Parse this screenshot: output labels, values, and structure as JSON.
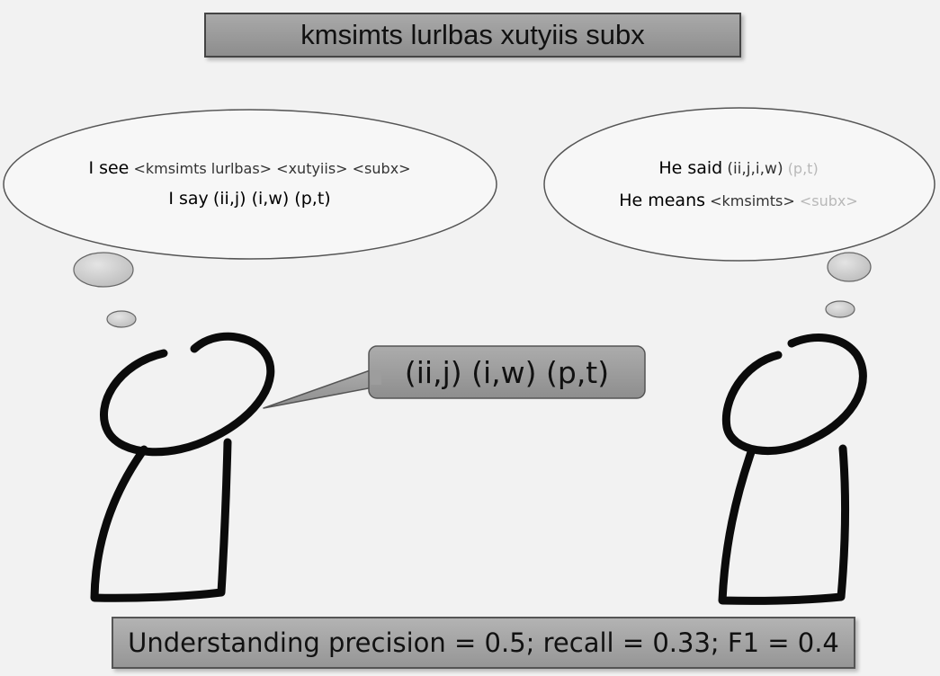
{
  "title": "kmsimts lurlbas xutyiis subx",
  "speaker_thought": {
    "line1_prefix": "I see",
    "line1_rest": "<kmsimts lurlbas> <xutyiis> <subx>",
    "line2_prefix": "I say",
    "line2_rest": "(ii,j) (i,w) (p,t)"
  },
  "listener_thought": {
    "line1_prefix": "He said",
    "line1_rest": "(ii,j,i,w)",
    "line1_faint": "(p,t)",
    "line2_prefix": "He means",
    "line2_rest": "<kmsimts>",
    "line2_faint": "<subx>"
  },
  "speech_bubble": "(ii,j) (i,w) (p,t)",
  "result": "Understanding precision = 0.5; recall = 0.33; F1 = 0.4",
  "colors": {
    "background": "#f2f2f2",
    "box_fill": "#a0a0a0",
    "ink": "#111111",
    "faint_text": "#b8b8b8",
    "bubble_fill": "#d0d0d0"
  }
}
